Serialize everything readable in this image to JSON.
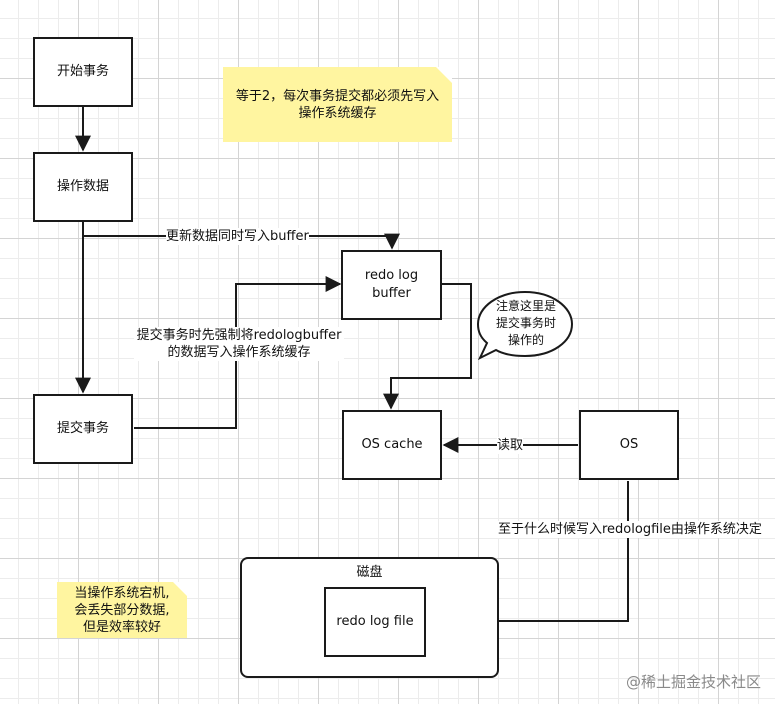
{
  "nodes": {
    "start_tx": "开始事务",
    "op_data": "操作数据",
    "commit_tx": "提交事务",
    "redo_buffer_line1": "redo log",
    "redo_buffer_line2": "buffer",
    "os_cache": "OS cache",
    "os": "OS",
    "disk_title": "磁盘",
    "redo_log_file": "redo log file"
  },
  "notes": {
    "top_line1": "等于2，每次事务提交都必须先写入",
    "top_line2": "操作系统缓存",
    "bottom_line1": "当操作系统宕机,",
    "bottom_line2": "会丢失部分数据,",
    "bottom_line3": "但是效率较好",
    "bubble_line1": "注意这里是",
    "bubble_line2": "提交事务时",
    "bubble_line3": "操作的"
  },
  "edge_labels": {
    "update_buffer": "更新数据同时写入buffer",
    "commit_force_line1": "提交事务时先强制将redologbuffer",
    "commit_force_line2": "的数据写入操作系统缓存",
    "read": "读取",
    "os_decides": "至于什么时候写入redologfile由操作系统决定"
  },
  "watermark": "@稀土掘金技术社区",
  "colors": {
    "note_fill": "#fff5a0",
    "line": "#1a1a1a",
    "grid": "#d4d4d4"
  }
}
